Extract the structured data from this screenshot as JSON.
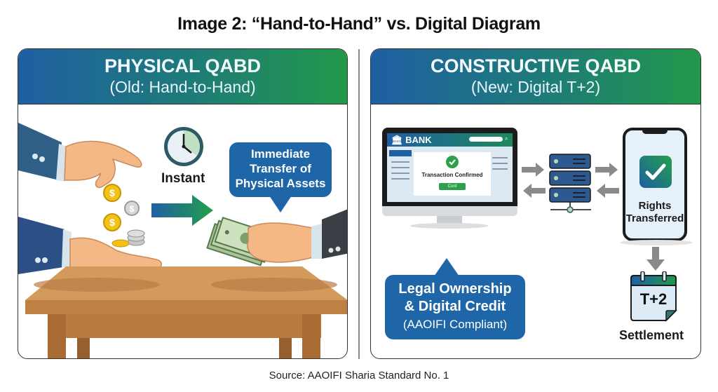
{
  "title": "Image 2: “Hand-to-Hand” vs. Digital Diagram",
  "source": "Source: AAOIFI Sharia Standard No. 1",
  "colors": {
    "header_gradient_start": "#1f5fa3",
    "header_gradient_end": "#22984a",
    "bubble_blue": "#1f66a8",
    "arrow_green": "#22984a",
    "arrow_gray": "#8a8a8a",
    "table_wood": "#c98c4e",
    "confirm_green": "#2aa14a"
  },
  "left_panel": {
    "title": "PHYSICAL QABD",
    "subtitle": "(Old: Hand-to-Hand)",
    "clock_label": "Instant",
    "bubble_lines": [
      "Immediate",
      "Transfer of",
      "Physical Assets"
    ],
    "icons": [
      "giving-hand-icon",
      "coin-icon",
      "receiving-hand-icon",
      "clock-icon",
      "arrow-right-icon",
      "cash-hand-icon",
      "table-icon"
    ]
  },
  "right_panel": {
    "title": "CONSTRUCTIVE QABD",
    "subtitle": "(New: Digital T+2)",
    "monitor": {
      "bank_label": "BANK",
      "confirm_text": "Transaction Confirmed",
      "confirm_button": "Conf"
    },
    "phone_label_lines": [
      "Rights",
      "Transferred"
    ],
    "calendar_label": "T+2",
    "settlement_label": "Settlement",
    "bubble": {
      "line1": "Legal Ownership",
      "line2": "& Digital Credit",
      "line3": "(AAOIFI Compliant)"
    }
  }
}
